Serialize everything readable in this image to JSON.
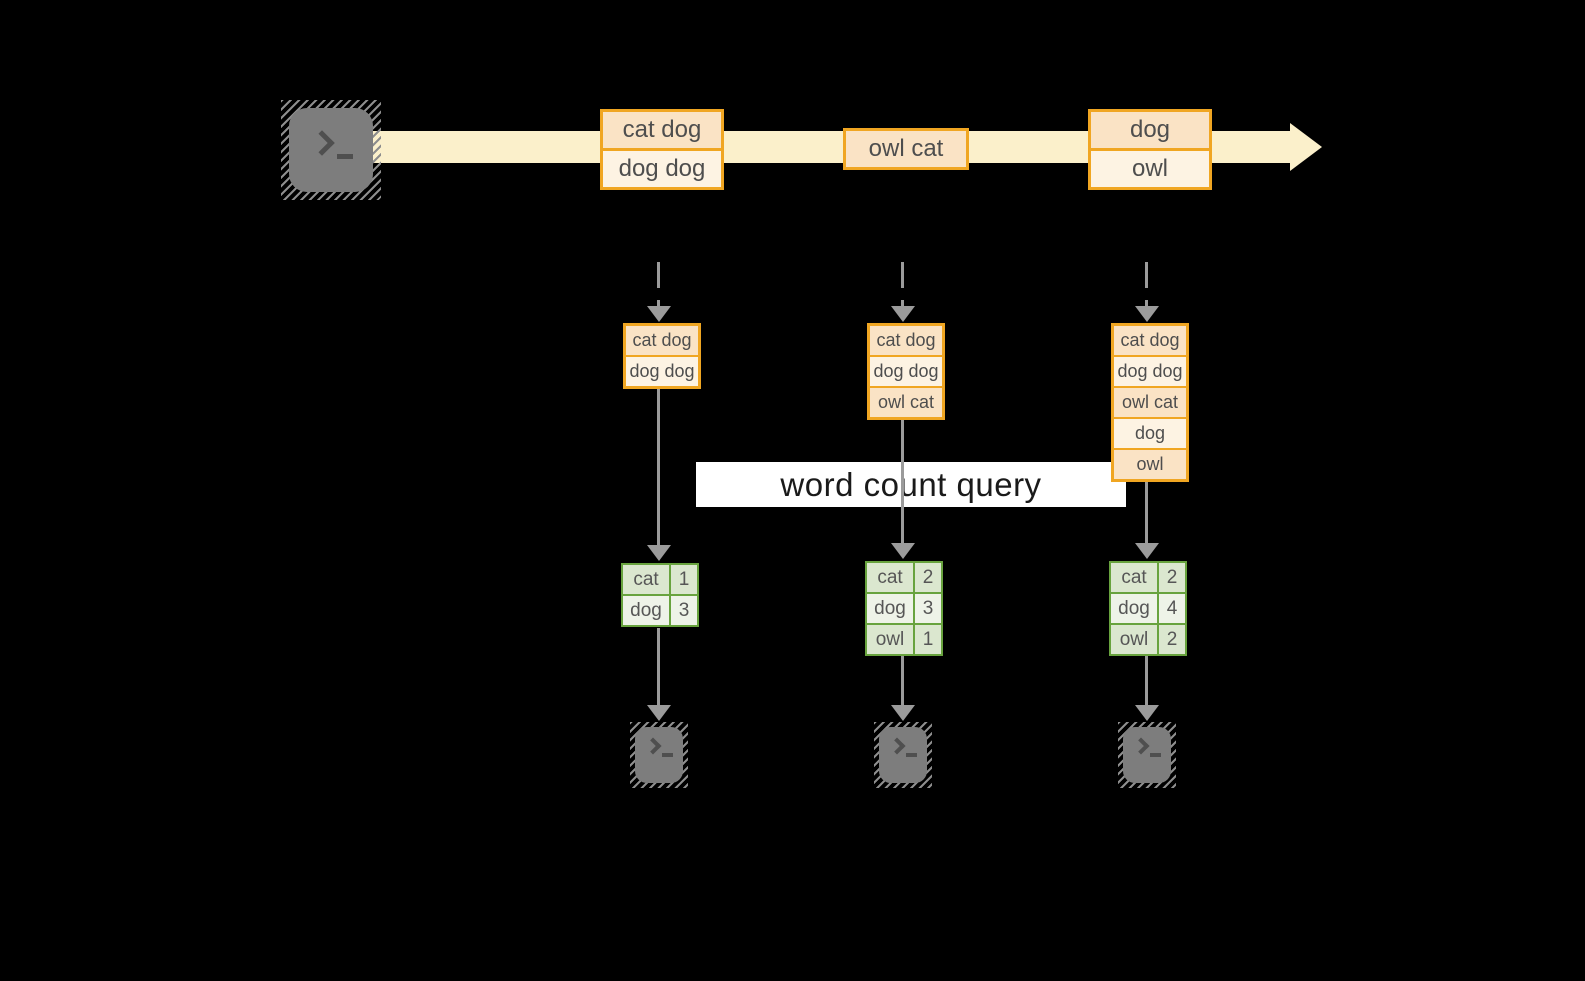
{
  "query_banner": {
    "label": "word count query"
  },
  "stream": {
    "source_icon": "terminal-icon",
    "direction": "left-to-right",
    "events": [
      {
        "lines": [
          "cat dog",
          "dog dog"
        ]
      },
      {
        "lines": [
          "owl cat"
        ]
      },
      {
        "lines": [
          "dog",
          "owl"
        ]
      }
    ]
  },
  "pipelines": [
    {
      "buffered_events": [
        "cat dog",
        "dog dog"
      ],
      "word_counts": [
        {
          "word": "cat",
          "count": "1"
        },
        {
          "word": "dog",
          "count": "3"
        }
      ],
      "sink_icon": "terminal-icon"
    },
    {
      "buffered_events": [
        "cat dog",
        "dog dog",
        "owl cat"
      ],
      "word_counts": [
        {
          "word": "cat",
          "count": "2"
        },
        {
          "word": "dog",
          "count": "3"
        },
        {
          "word": "owl",
          "count": "1"
        }
      ],
      "sink_icon": "terminal-icon"
    },
    {
      "buffered_events": [
        "cat dog",
        "dog dog",
        "owl cat",
        "dog",
        "owl"
      ],
      "word_counts": [
        {
          "word": "cat",
          "count": "2"
        },
        {
          "word": "dog",
          "count": "4"
        },
        {
          "word": "owl",
          "count": "2"
        }
      ],
      "sink_icon": "terminal-icon"
    }
  ],
  "colors": {
    "background": "#000000",
    "stream_band": "#fbf0cb",
    "event_border": "#f0a622",
    "event_fill_dark": "#fae3c5",
    "event_fill_light": "#fdf3e3",
    "count_border": "#68a33e",
    "count_fill_dark": "#dbe7cf",
    "count_fill_light": "#eef3e8",
    "arrow_gray": "#9b9b9b",
    "terminal_gray": "#7d7d7d",
    "banner_background": "#ffffff"
  }
}
